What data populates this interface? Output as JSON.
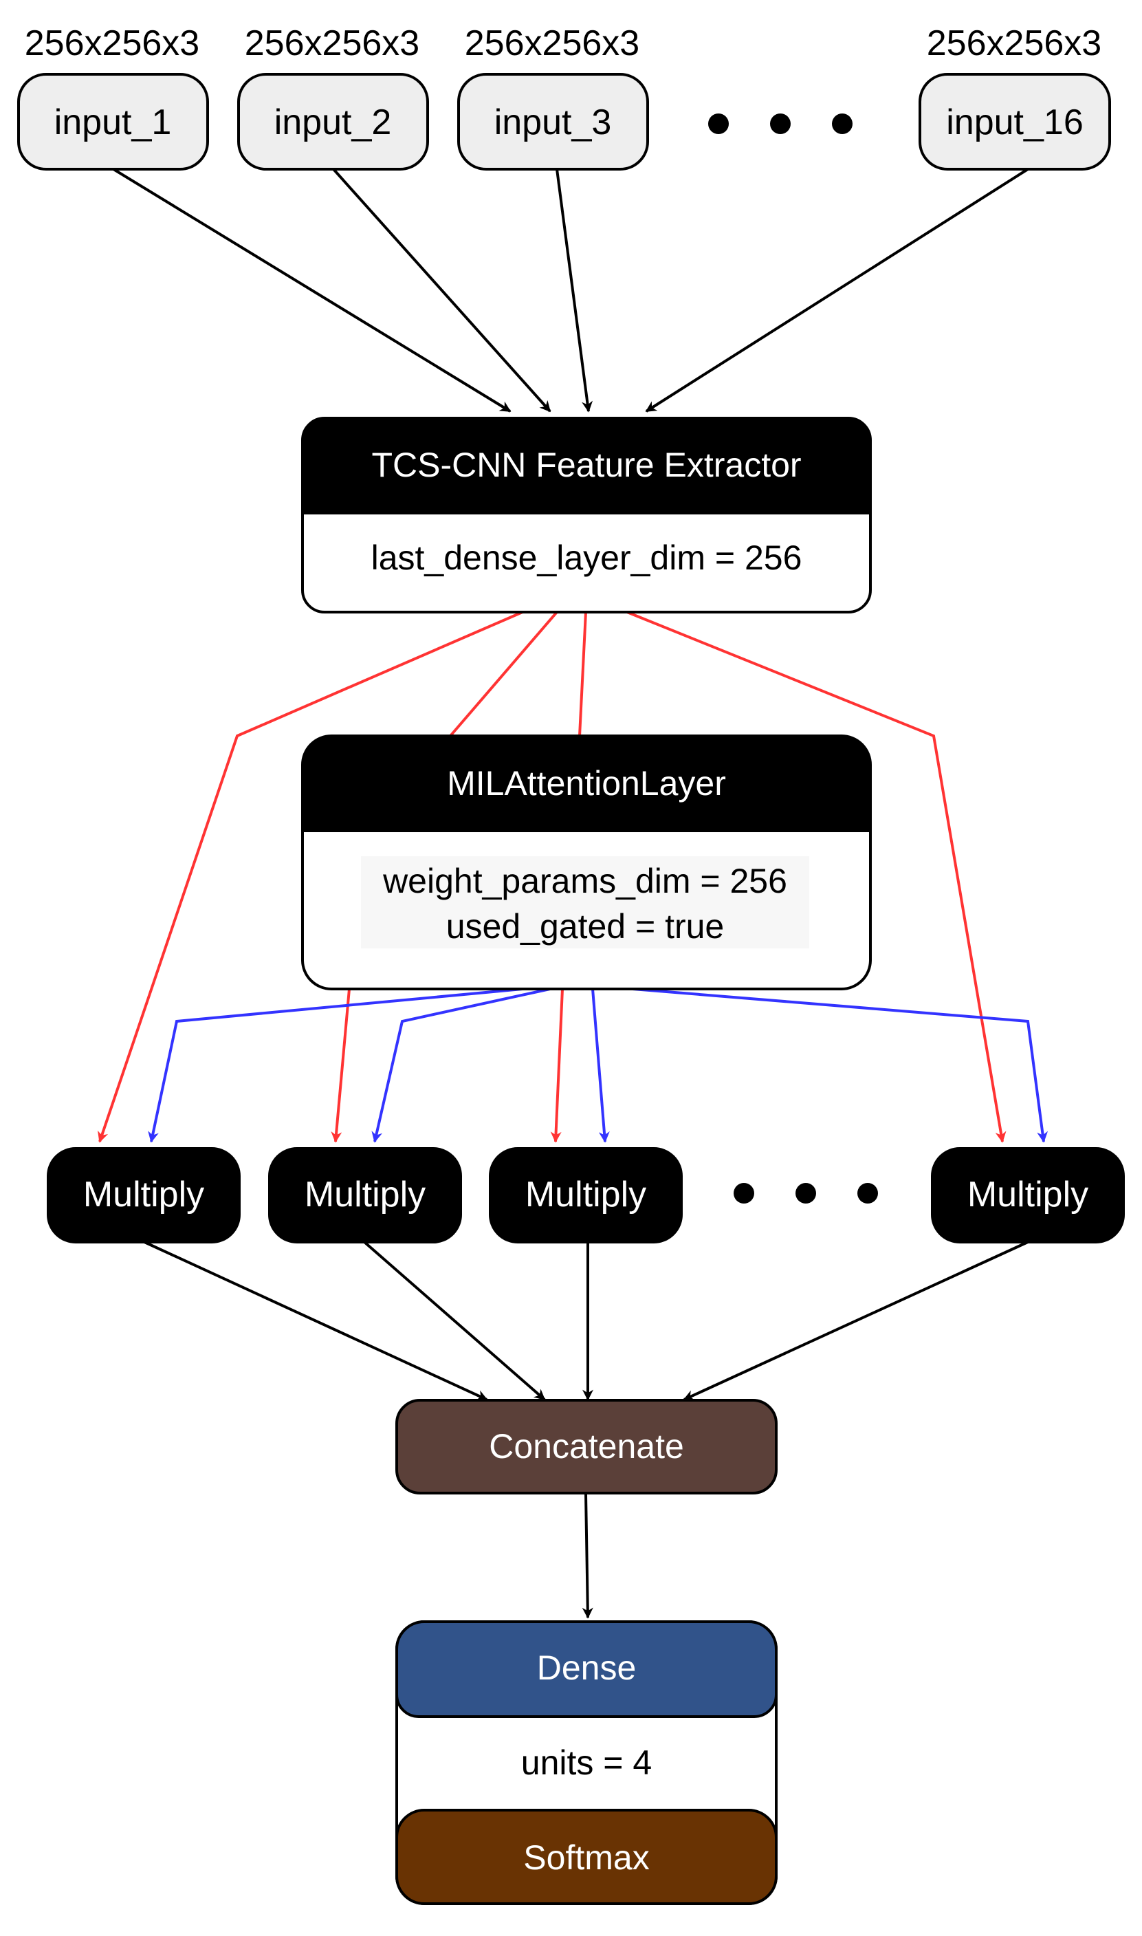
{
  "inputs": [
    {
      "name": "input_1",
      "shape": "256x256x3"
    },
    {
      "name": "input_2",
      "shape": "256x256x3"
    },
    {
      "name": "input_3",
      "shape": "256x256x3"
    },
    {
      "name": "input_16",
      "shape": "256x256x3"
    }
  ],
  "feature_extractor": {
    "title": "TCS-CNN Feature Extractor",
    "param": "last_dense_layer_dim = 256"
  },
  "attention": {
    "title": "MILAttentionLayer",
    "params": [
      "weight_params_dim = 256",
      "used_gated = true"
    ]
  },
  "multiply": [
    "Multiply",
    "Multiply",
    "Multiply",
    "Multiply"
  ],
  "concatenate": "Concatenate",
  "dense": {
    "title": "Dense",
    "param": "units = 4",
    "activation": "Softmax"
  },
  "colors": {
    "input_fill": "#eeeeee",
    "black": "#000000",
    "red_edge": "#ff3333",
    "blue_edge": "#3333ff",
    "concat_fill": "#5b4039",
    "dense_fill": "#31538a",
    "softmax_fill": "#693303"
  }
}
